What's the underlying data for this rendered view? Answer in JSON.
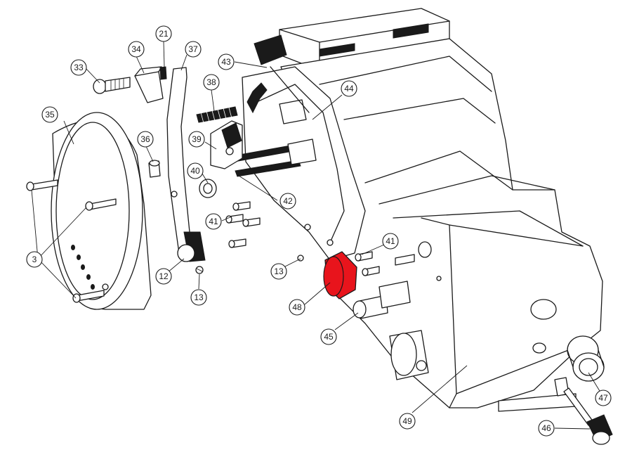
{
  "highlight_color": "#e8141c",
  "line_color": "#1a1a1a",
  "callouts": [
    {
      "id": "c21",
      "label": "21"
    },
    {
      "id": "c33",
      "label": "33"
    },
    {
      "id": "c34",
      "label": "34"
    },
    {
      "id": "c37",
      "label": "37"
    },
    {
      "id": "c43",
      "label": "43"
    },
    {
      "id": "c38",
      "label": "38"
    },
    {
      "id": "c44",
      "label": "44"
    },
    {
      "id": "c35",
      "label": "35"
    },
    {
      "id": "c36",
      "label": "36"
    },
    {
      "id": "c39",
      "label": "39"
    },
    {
      "id": "c40",
      "label": "40"
    },
    {
      "id": "c42",
      "label": "42"
    },
    {
      "id": "c41a",
      "label": "41"
    },
    {
      "id": "c3",
      "label": "3"
    },
    {
      "id": "c12",
      "label": "12"
    },
    {
      "id": "c13a",
      "label": "13"
    },
    {
      "id": "c13b",
      "label": "13"
    },
    {
      "id": "c41b",
      "label": "41"
    },
    {
      "id": "c48",
      "label": "48"
    },
    {
      "id": "c45",
      "label": "45"
    },
    {
      "id": "c47",
      "label": "47"
    },
    {
      "id": "c49",
      "label": "49"
    },
    {
      "id": "c46",
      "label": "46"
    }
  ]
}
